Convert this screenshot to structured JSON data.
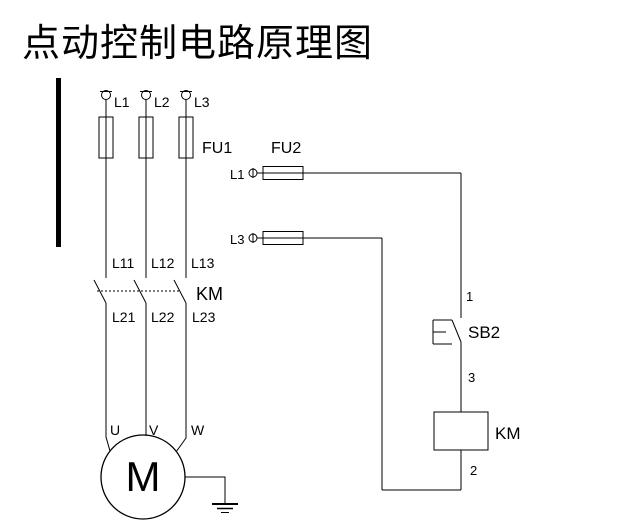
{
  "title": "点动控制电路原理图",
  "colors": {
    "line": "#000000",
    "background": "#ffffff"
  },
  "power_circuit": {
    "phases": [
      {
        "label": "L1"
      },
      {
        "label": "L2"
      },
      {
        "label": "L3"
      }
    ],
    "main_fuse_label": "FU1",
    "contactor": {
      "label": "KM",
      "upper_terminals": [
        {
          "label": "L11"
        },
        {
          "label": "L12"
        },
        {
          "label": "L13"
        }
      ],
      "lower_terminals": [
        {
          "label": "L21"
        },
        {
          "label": "L22"
        },
        {
          "label": "L23"
        }
      ]
    },
    "motor": {
      "label": "M",
      "terminals": [
        {
          "label": "U"
        },
        {
          "label": "V"
        },
        {
          "label": "W"
        }
      ]
    }
  },
  "control_circuit": {
    "fuse_label": "FU2",
    "taps": [
      {
        "label": "L1"
      },
      {
        "label": "L3"
      }
    ],
    "button": {
      "label": "SB2"
    },
    "coil": {
      "label": "KM"
    },
    "nodes": [
      {
        "number": "1"
      },
      {
        "number": "3"
      },
      {
        "number": "2"
      }
    ]
  }
}
